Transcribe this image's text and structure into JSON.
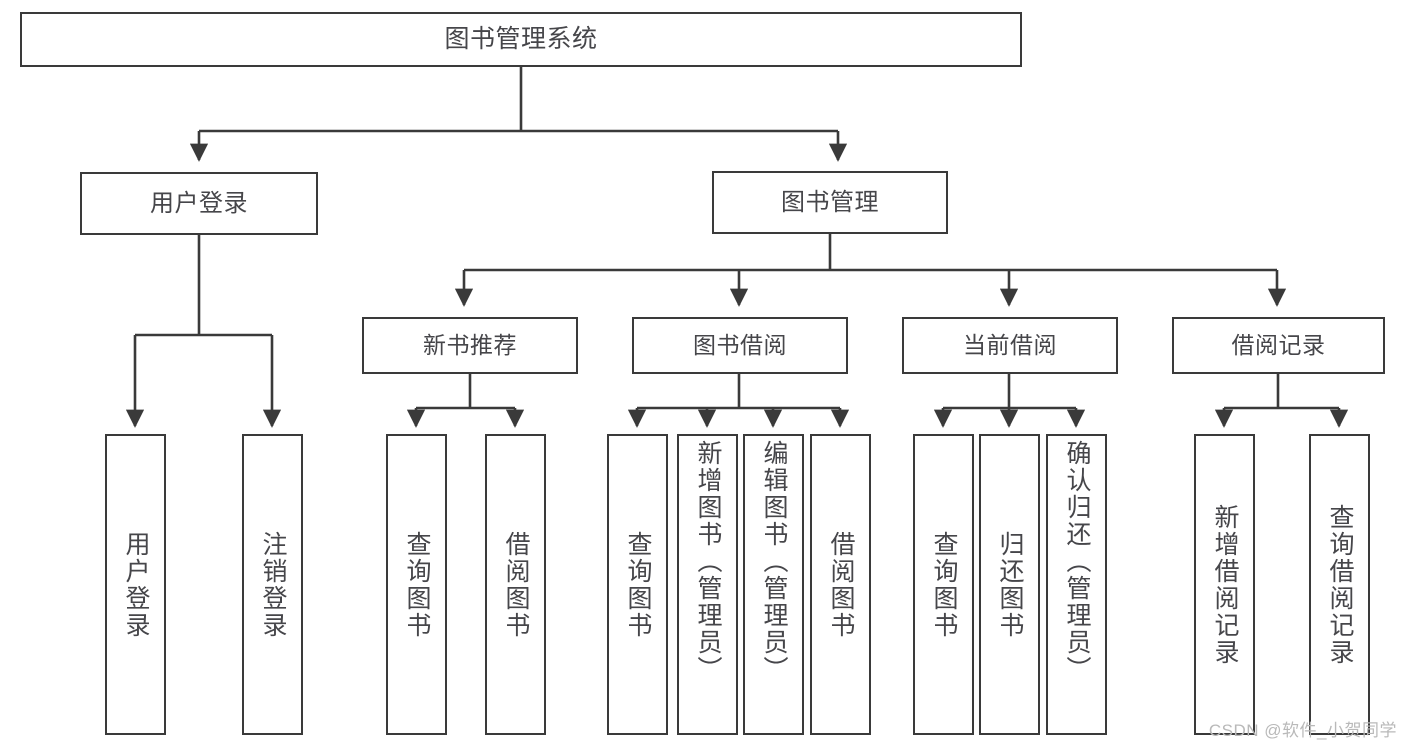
{
  "diagram": {
    "title": "图书管理系统",
    "type": "tree",
    "watermark": "CSDN @软件_小贺同学",
    "colors": {
      "box_border": "#3a3a3a",
      "text": "#46464a",
      "line": "#3a3a3a",
      "background": "#ffffff",
      "watermark": "#b9b9b9"
    },
    "nodes": {
      "root": {
        "label": "图书管理系统",
        "level": 0
      },
      "level1": [
        {
          "id": "user-login",
          "label": "用户登录"
        },
        {
          "id": "book-manage",
          "label": "图书管理"
        }
      ],
      "level2": [
        {
          "id": "new-book-recommend",
          "label": "新书推荐",
          "parent": "book-manage"
        },
        {
          "id": "book-borrow",
          "label": "图书借阅",
          "parent": "book-manage"
        },
        {
          "id": "current-borrow",
          "label": "当前借阅",
          "parent": "book-manage"
        },
        {
          "id": "borrow-record",
          "label": "借阅记录",
          "parent": "book-manage"
        }
      ],
      "leaves": [
        {
          "id": "leaf-user-login",
          "label": "用户登录",
          "parent": "user-login"
        },
        {
          "id": "leaf-user-logout",
          "label": "注销登录",
          "parent": "user-login"
        },
        {
          "id": "leaf-query-book-1",
          "label": "查询图书",
          "parent": "new-book-recommend"
        },
        {
          "id": "leaf-borrow-book-1",
          "label": "借阅图书",
          "parent": "new-book-recommend"
        },
        {
          "id": "leaf-query-book-2",
          "label": "查询图书",
          "parent": "book-borrow"
        },
        {
          "id": "leaf-add-book",
          "label": "新增图书（管理员）",
          "parent": "book-borrow"
        },
        {
          "id": "leaf-edit-book",
          "label": "编辑图书（管理员）",
          "parent": "book-borrow"
        },
        {
          "id": "leaf-borrow-book-2",
          "label": "借阅图书",
          "parent": "book-borrow"
        },
        {
          "id": "leaf-query-book-3",
          "label": "查询图书",
          "parent": "current-borrow"
        },
        {
          "id": "leaf-return-book",
          "label": "归还图书",
          "parent": "current-borrow"
        },
        {
          "id": "leaf-confirm-return",
          "label": "确认归还（管理员）",
          "parent": "current-borrow"
        },
        {
          "id": "leaf-add-record",
          "label": "新增借阅记录",
          "parent": "borrow-record"
        },
        {
          "id": "leaf-query-record",
          "label": "查询借阅记录",
          "parent": "borrow-record"
        }
      ]
    }
  }
}
